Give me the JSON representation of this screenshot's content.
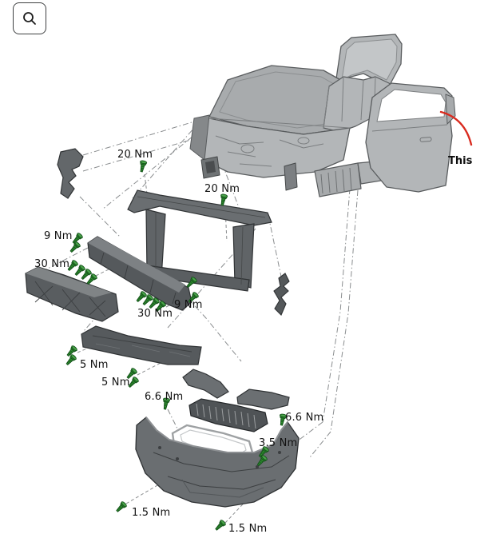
{
  "toolbar": {
    "zoom_icon": "magnifier-icon"
  },
  "callout": {
    "text": "This"
  },
  "torque_labels": [
    {
      "id": "front-panel-left",
      "text": "20 Nm"
    },
    {
      "id": "front-panel-right",
      "text": "20 Nm"
    },
    {
      "id": "beam-upper-left",
      "text": "9 Nm"
    },
    {
      "id": "beam-left",
      "text": "30 Nm"
    },
    {
      "id": "beam-lower",
      "text": "30 Nm"
    },
    {
      "id": "beam-lower-right",
      "text": "9 Nm"
    },
    {
      "id": "spoiler-left",
      "text": "5 Nm"
    },
    {
      "id": "spoiler-right",
      "text": "5 Nm"
    },
    {
      "id": "grille-left",
      "text": "6.6 Nm"
    },
    {
      "id": "grille-right",
      "text": "6.6 Nm"
    },
    {
      "id": "bumper-side",
      "text": "3.5 Nm"
    },
    {
      "id": "bumper-bottom-left",
      "text": "1.5 Nm"
    },
    {
      "id": "bumper-bottom-right",
      "text": "1.5 Nm"
    }
  ],
  "colors": {
    "screw_green": "#2e8b2e",
    "part_dark": "#5d6164",
    "car_body": "#b3b6b8",
    "callout_line": "#d92b1f",
    "label_text": "#111111"
  }
}
